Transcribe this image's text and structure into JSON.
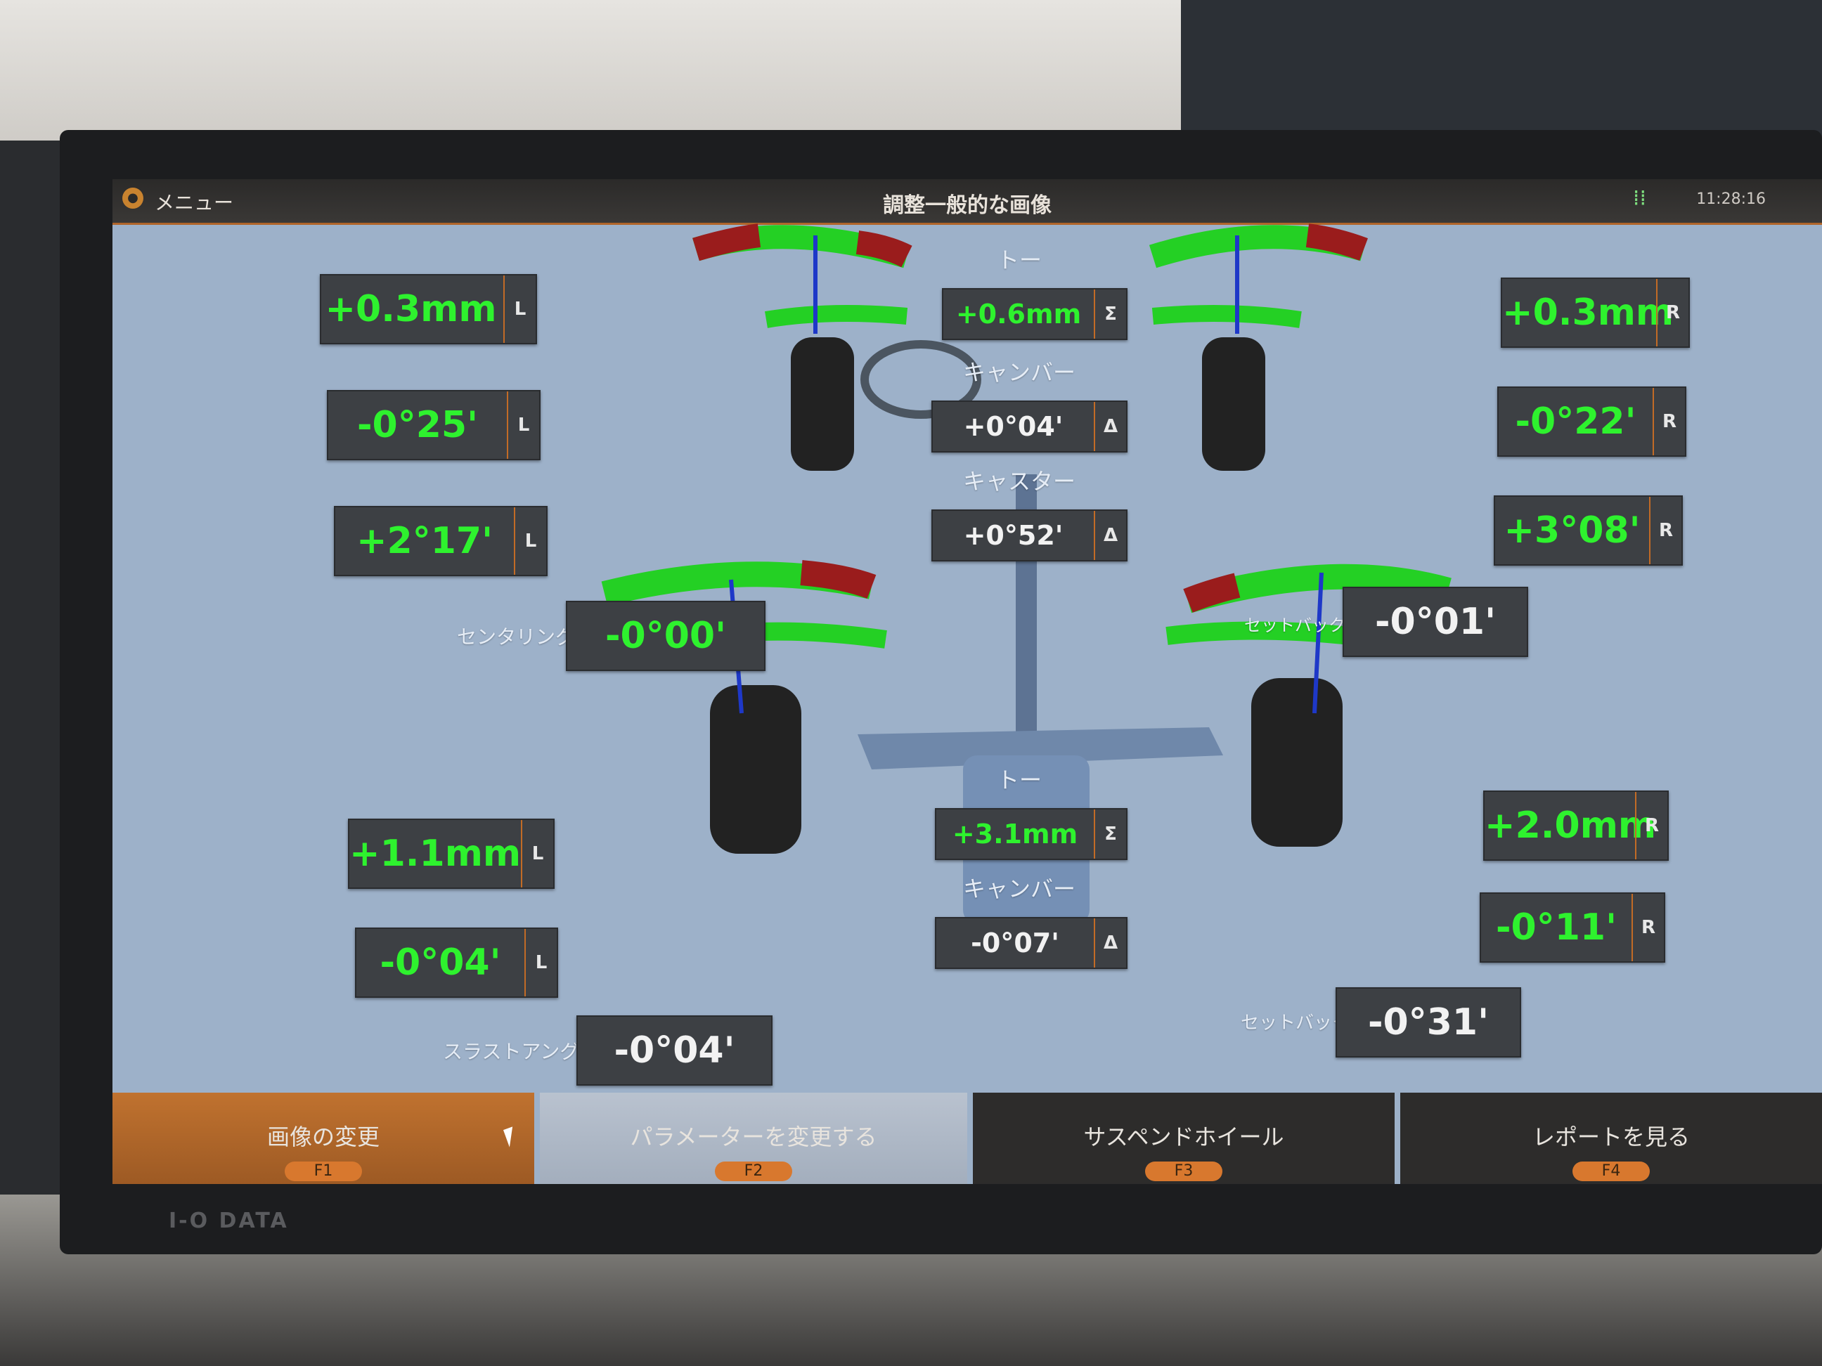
{
  "window": {
    "menu": "メニュー",
    "title": "調整一般的な画像",
    "clock": "11:28:16"
  },
  "front": {
    "toe_label": "トー",
    "toe_total": "+0.6mm",
    "toe_total_sym": "Σ",
    "camber_label": "キャンバー",
    "camber_diff": "+0°04'",
    "camber_diff_sym": "Δ",
    "caster_label": "キャスター",
    "caster_diff": "+0°52'",
    "caster_diff_sym": "Δ",
    "left": {
      "toe": "+0.3mm",
      "camber": "-0°25'",
      "caster": "+2°17'",
      "side": "L"
    },
    "right": {
      "toe": "+0.3mm",
      "camber": "-0°22'",
      "caster": "+3°08'",
      "side": "R"
    },
    "centering_label": "センタリング",
    "centering": "-0°00'",
    "setback_label": "セットバック",
    "setback": "-0°01'"
  },
  "rear": {
    "toe_label": "トー",
    "toe_total": "+3.1mm",
    "toe_total_sym": "Σ",
    "camber_label": "キャンバー",
    "camber_diff": "-0°07'",
    "camber_diff_sym": "Δ",
    "left": {
      "toe": "+1.1mm",
      "camber": "-0°04'",
      "side": "L"
    },
    "right": {
      "toe": "+2.0mm",
      "camber": "-0°11'",
      "side": "R"
    },
    "thrust_label": "スラストアングル",
    "thrust": "-0°04'",
    "setback_label": "セットバック",
    "setback": "-0°31'"
  },
  "functions": [
    {
      "label": "画像の変更",
      "key": "F1"
    },
    {
      "label": "パラメーターを変更する",
      "key": "F2"
    },
    {
      "label": "サスペンドホイール",
      "key": "F3"
    },
    {
      "label": "レポートを見る",
      "key": "F4"
    }
  ],
  "monitor_brand": "I-O DATA",
  "colors": {
    "value_green": "#2ef22e",
    "accent_orange": "#c26b26",
    "screen_bg": "#9db1c9"
  }
}
